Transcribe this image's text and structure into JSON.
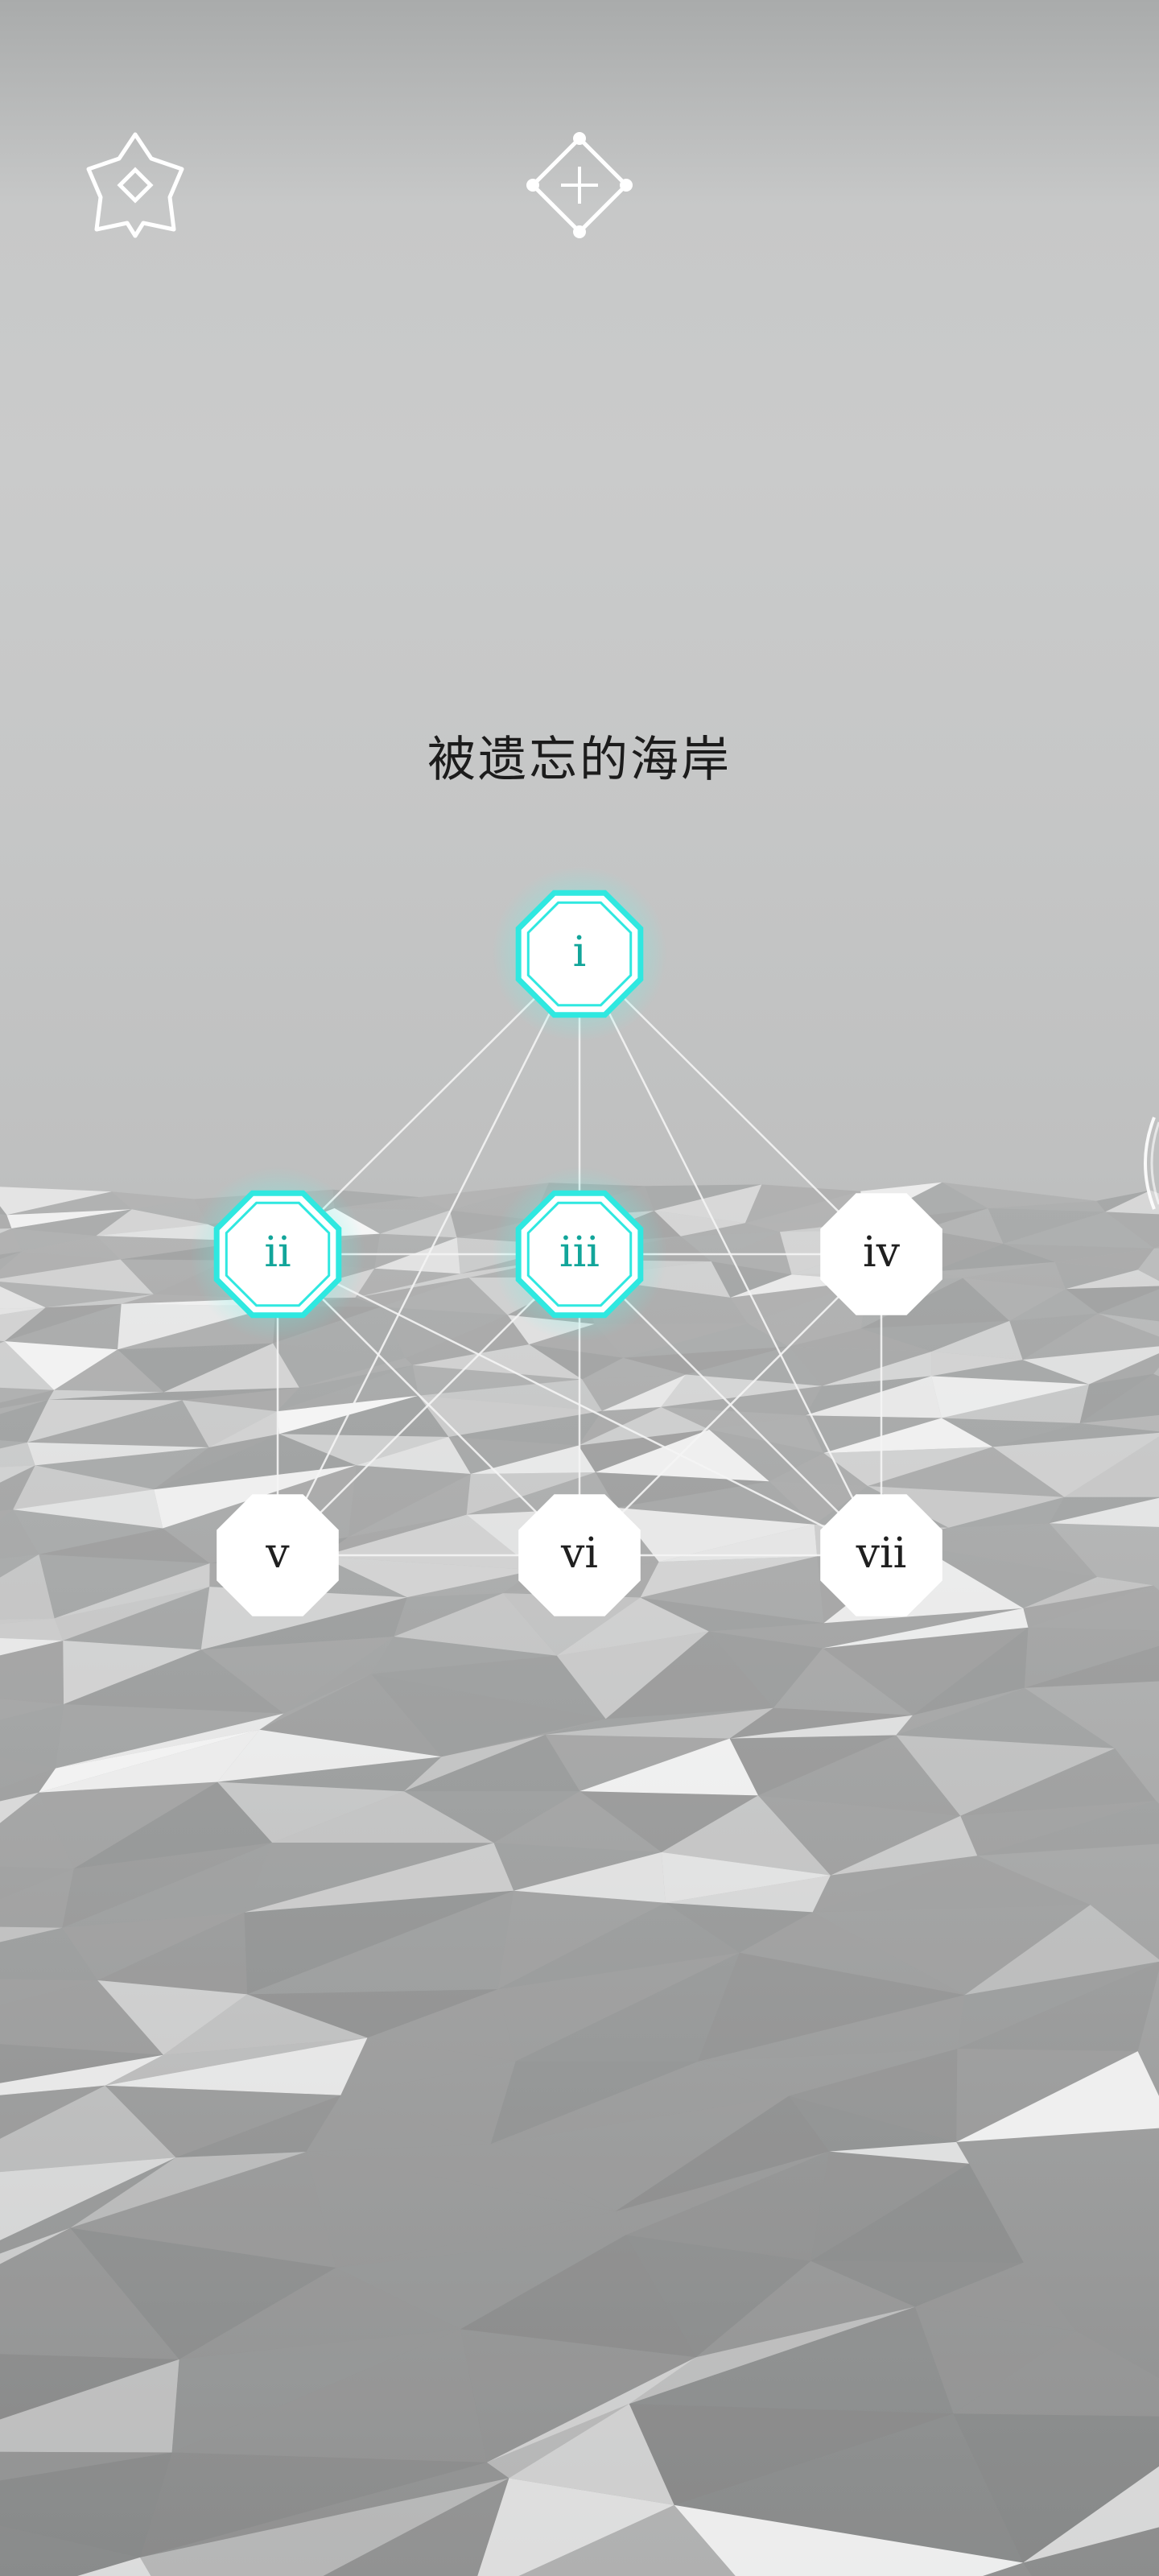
{
  "level": {
    "title": "被遗忘的海岸"
  },
  "icons": {
    "settings": "settings-octagon-icon",
    "level_select": "diamond-crosshair-icon",
    "edge_handle": "side-drawer-handle-icon"
  },
  "colors": {
    "active_stroke": "#2fe8e0",
    "active_text": "#12a59a",
    "node_fill": "#ffffff",
    "edge": "#f4f4f4"
  },
  "nodes": [
    {
      "id": "i",
      "label": "i",
      "active": true
    },
    {
      "id": "ii",
      "label": "ii",
      "active": true
    },
    {
      "id": "iii",
      "label": "iii",
      "active": true
    },
    {
      "id": "iv",
      "label": "iv",
      "active": false
    },
    {
      "id": "v",
      "label": "v",
      "active": false
    },
    {
      "id": "vi",
      "label": "vi",
      "active": false
    },
    {
      "id": "vii",
      "label": "vii",
      "active": false
    }
  ],
  "edges": [
    [
      "i",
      "ii"
    ],
    [
      "i",
      "iii"
    ],
    [
      "i",
      "iv"
    ],
    [
      "i",
      "v"
    ],
    [
      "i",
      "vii"
    ],
    [
      "ii",
      "iii"
    ],
    [
      "iii",
      "iv"
    ],
    [
      "ii",
      "v"
    ],
    [
      "ii",
      "vi"
    ],
    [
      "ii",
      "vii"
    ],
    [
      "iii",
      "v"
    ],
    [
      "iii",
      "vi"
    ],
    [
      "iii",
      "vii"
    ],
    [
      "iv",
      "vi"
    ],
    [
      "iv",
      "vii"
    ],
    [
      "v",
      "vi"
    ],
    [
      "vi",
      "vii"
    ]
  ]
}
